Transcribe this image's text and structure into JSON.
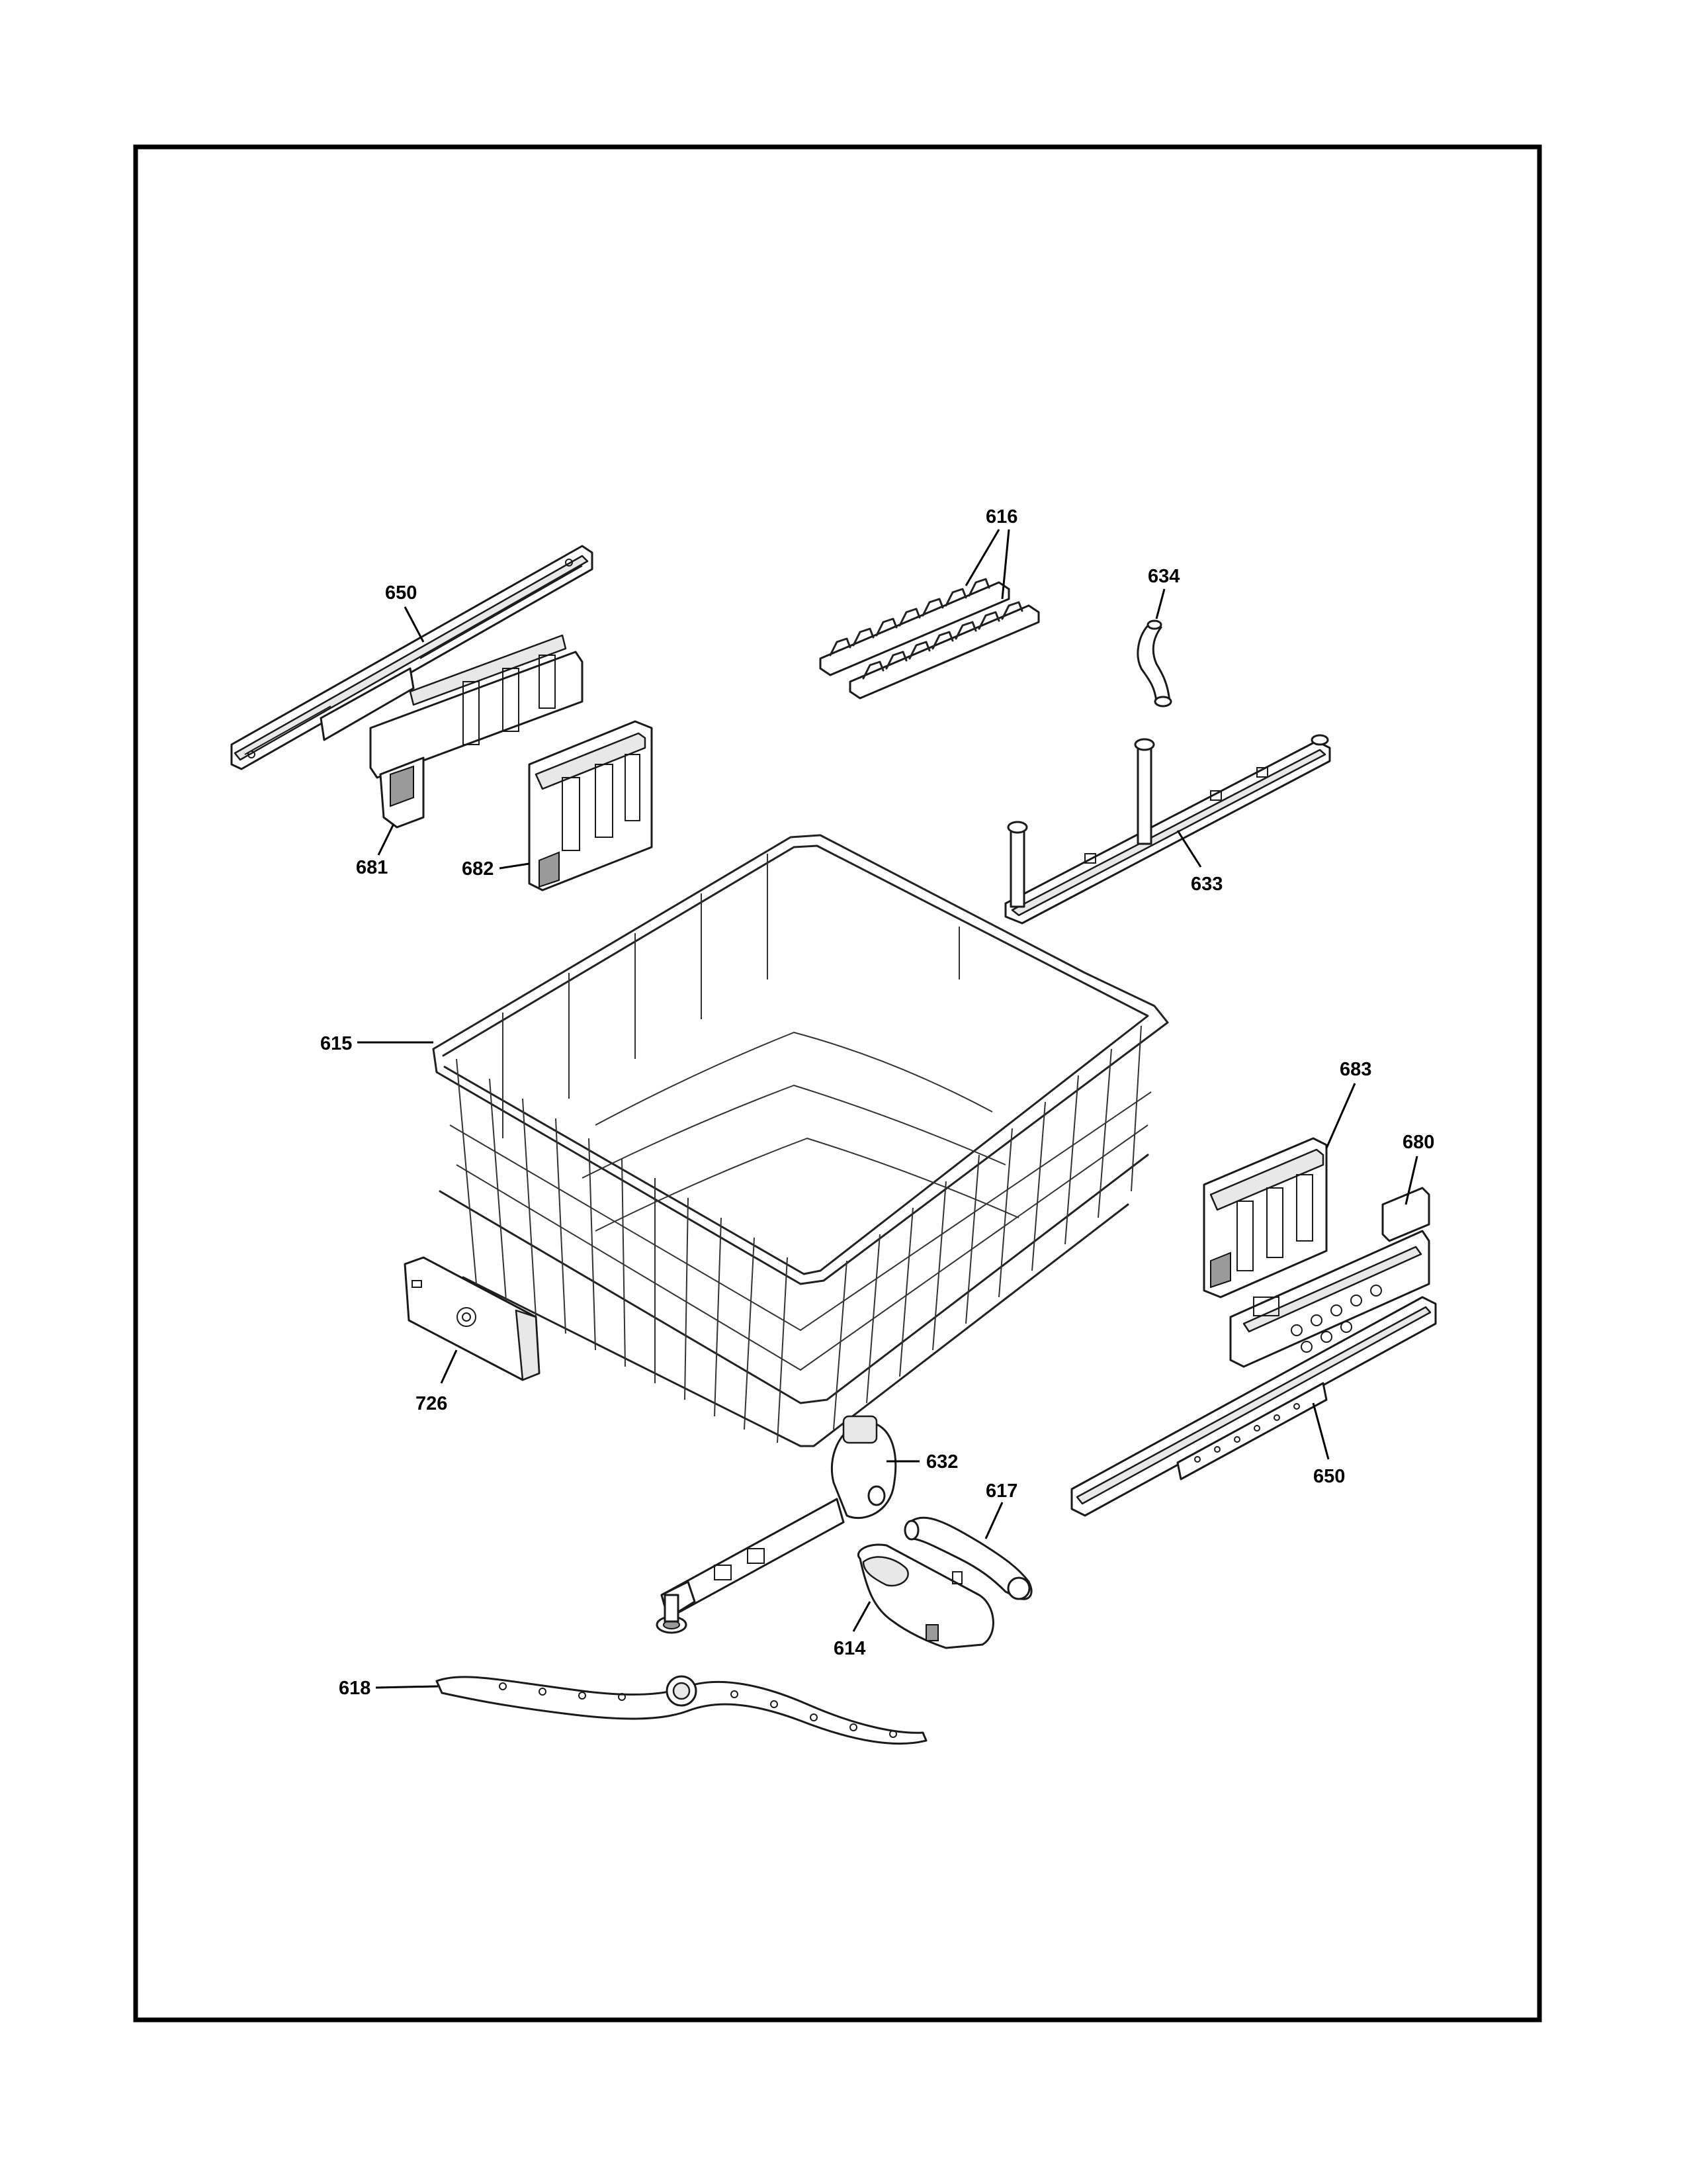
{
  "diagram": {
    "parts": [
      {
        "id": "p650a",
        "number": "650"
      },
      {
        "id": "p681",
        "number": "681"
      },
      {
        "id": "p682",
        "number": "682"
      },
      {
        "id": "p616",
        "number": "616"
      },
      {
        "id": "p634",
        "number": "634"
      },
      {
        "id": "p633",
        "number": "633"
      },
      {
        "id": "p615",
        "number": "615"
      },
      {
        "id": "p683",
        "number": "683"
      },
      {
        "id": "p680",
        "number": "680"
      },
      {
        "id": "p726",
        "number": "726"
      },
      {
        "id": "p632",
        "number": "632"
      },
      {
        "id": "p617",
        "number": "617"
      },
      {
        "id": "p650b",
        "number": "650"
      },
      {
        "id": "p614",
        "number": "614"
      },
      {
        "id": "p618",
        "number": "618"
      }
    ]
  }
}
